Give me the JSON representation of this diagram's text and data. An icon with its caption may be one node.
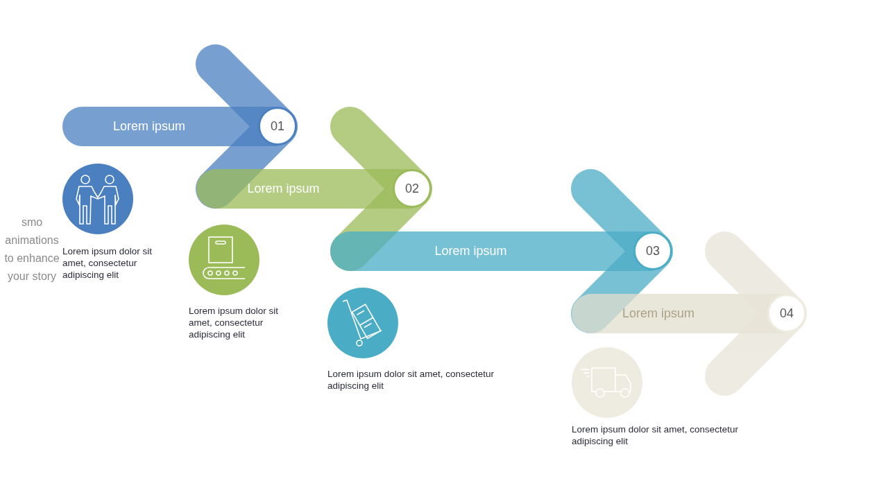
{
  "diagram": {
    "nodes": [
      {
        "text": [
          "Lorem ipsum"
        ]
      },
      {
        "text": [
          "01"
        ]
      },
      {
        "text": [],
        "shape": "picture",
        "beside": [
          "Lorem ipsum dolor sit amet, consectetur adipiscing elit"
        ]
      },
      {
        "text": [
          "Lorem ipsum"
        ]
      },
      {
        "text": [
          "02"
        ]
      },
      {
        "text": [],
        "shape": "picture",
        "beside": [
          "Lorem ipsum dolor sit amet, consectetur adipiscing elit"
        ]
      },
      {
        "text": [
          "Lorem ipsum"
        ]
      },
      {
        "text": [
          "03"
        ]
      },
      {
        "text": [],
        "shape": "picture",
        "beside": [
          "Lorem ipsum dolor sit amet, consectetur adipiscing elit"
        ]
      },
      {
        "text": [
          "Lorem ipsum"
        ]
      },
      {
        "text": [
          "04"
        ]
      },
      {
        "text": [],
        "shape": "picture",
        "beside": [
          "Lorem ipsum dolor sit amet, consectetur adipiscing elit"
        ]
      }
    ],
    "labels": [
      "smo animations to enhance your story"
    ]
  }
}
